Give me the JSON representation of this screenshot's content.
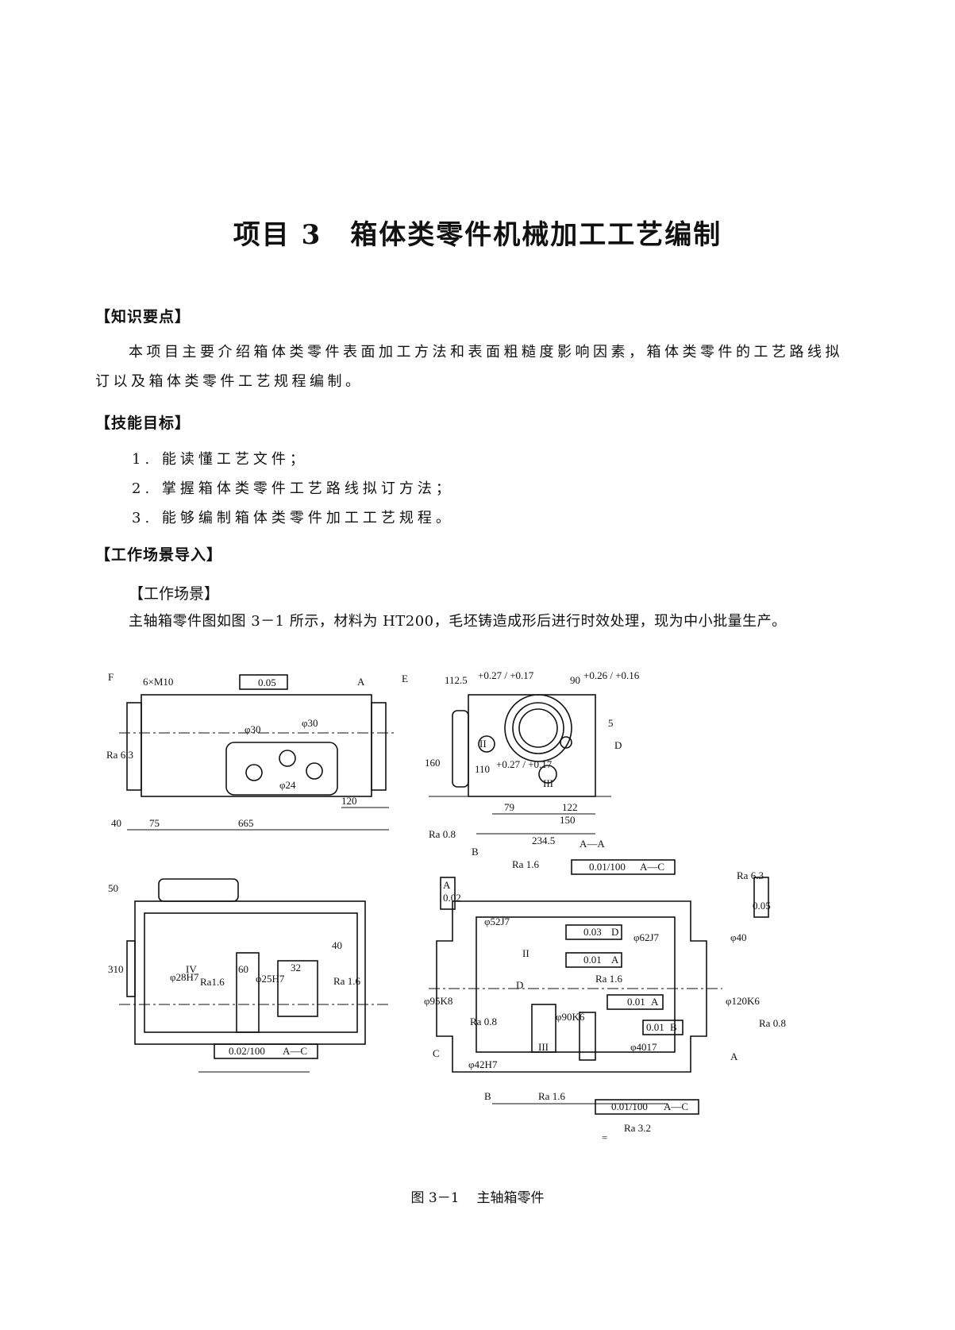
{
  "title": {
    "number": "项目 3",
    "text": "箱体类零件机械加工工艺编制"
  },
  "knowledge": {
    "heading": "【知识要点】",
    "paragraph": "本项目主要介绍箱体类零件表面加工方法和表面粗糙度影响因素，箱体类零件的工艺路线拟订以及箱体类零件工艺规程编制。"
  },
  "skills": {
    "heading": "【技能目标】",
    "items": [
      "1. 能读懂工艺文件；",
      "2. 掌握箱体类零件工艺路线拟订方法；",
      "3. 能够编制箱体类零件加工工艺规程。"
    ]
  },
  "scene": {
    "heading": "【工作场景导入】",
    "subheading": "【工作场景】",
    "paragraph": "主轴箱零件图如图 3－1 所示，材料为 HT200，毛坯铸造成形后进行时效处理，现为中小批量生产。"
  },
  "figure": {
    "caption_number": "图 3－1",
    "caption_title": "主轴箱零件",
    "labels": {
      "m10": "6×M10",
      "flat": "0.05",
      "A": "A",
      "E": "E",
      "F": "F",
      "ra63": "Ra 6.3",
      "d30a": "φ30",
      "d30b": "φ30",
      "d24": "φ24",
      "d40": "40",
      "d75": "75",
      "d665": "665",
      "d120": "120",
      "d1125": "112.5",
      "d1125tol": "+0.27 / +0.17",
      "d90": "90",
      "d90tol": "+0.26 / +0.16",
      "d5": "5",
      "D": "D",
      "d160": "160",
      "d110": "110",
      "d110tol": "+0.27 / +0.17",
      "d79": "79",
      "d122": "122",
      "d150": "150",
      "d2345": "234.5",
      "ra08": "Ra 0.8",
      "B": "B",
      "II": "II",
      "III": "III",
      "AA": "A—A",
      "ra16top": "Ra 1.6",
      "par1": "0.01/100",
      "parRefA": "A—C",
      "ra63r": "Ra 6.3",
      "d50": "50",
      "d310": "310",
      "d28": "φ28H7",
      "iv": "IV",
      "ra16a": "Ra1.6",
      "d60": "60",
      "d25": "φ25H7",
      "d32": "32",
      "d40b": "40",
      "ra16b": "Ra 1.6",
      "par2": "0.02/100",
      "parRef2": "A—C",
      "t002": "0.02",
      "tA": "A",
      "d52": "φ52J7",
      "run003": "0.03",
      "tD": "D",
      "d62": "φ62J7",
      "run001": "0.01",
      "tA2": "A",
      "ra16c": "Ra 1.6",
      "d40r": "φ40",
      "circ": "0.05",
      "ii2": "II",
      "dD": "D",
      "perp": "0.01",
      "pA": "A",
      "d120k": "φ120K6",
      "ra08r": "Ra 0.8",
      "d95": "φ95K8",
      "ra08l": "Ra 0.8",
      "d90k": "φ90K6",
      "run001b": "0.01",
      "rB": "B",
      "d4017": "φ4017",
      "C": "C",
      "d42": "φ42H7",
      "iii2": "III",
      "Bref": "B",
      "Aref": "A",
      "ra16d": "Ra 1.6",
      "par3": "0.01/100",
      "parRef3": "A—C",
      "ra32": "Ra 3.2",
      "eq": "="
    }
  }
}
